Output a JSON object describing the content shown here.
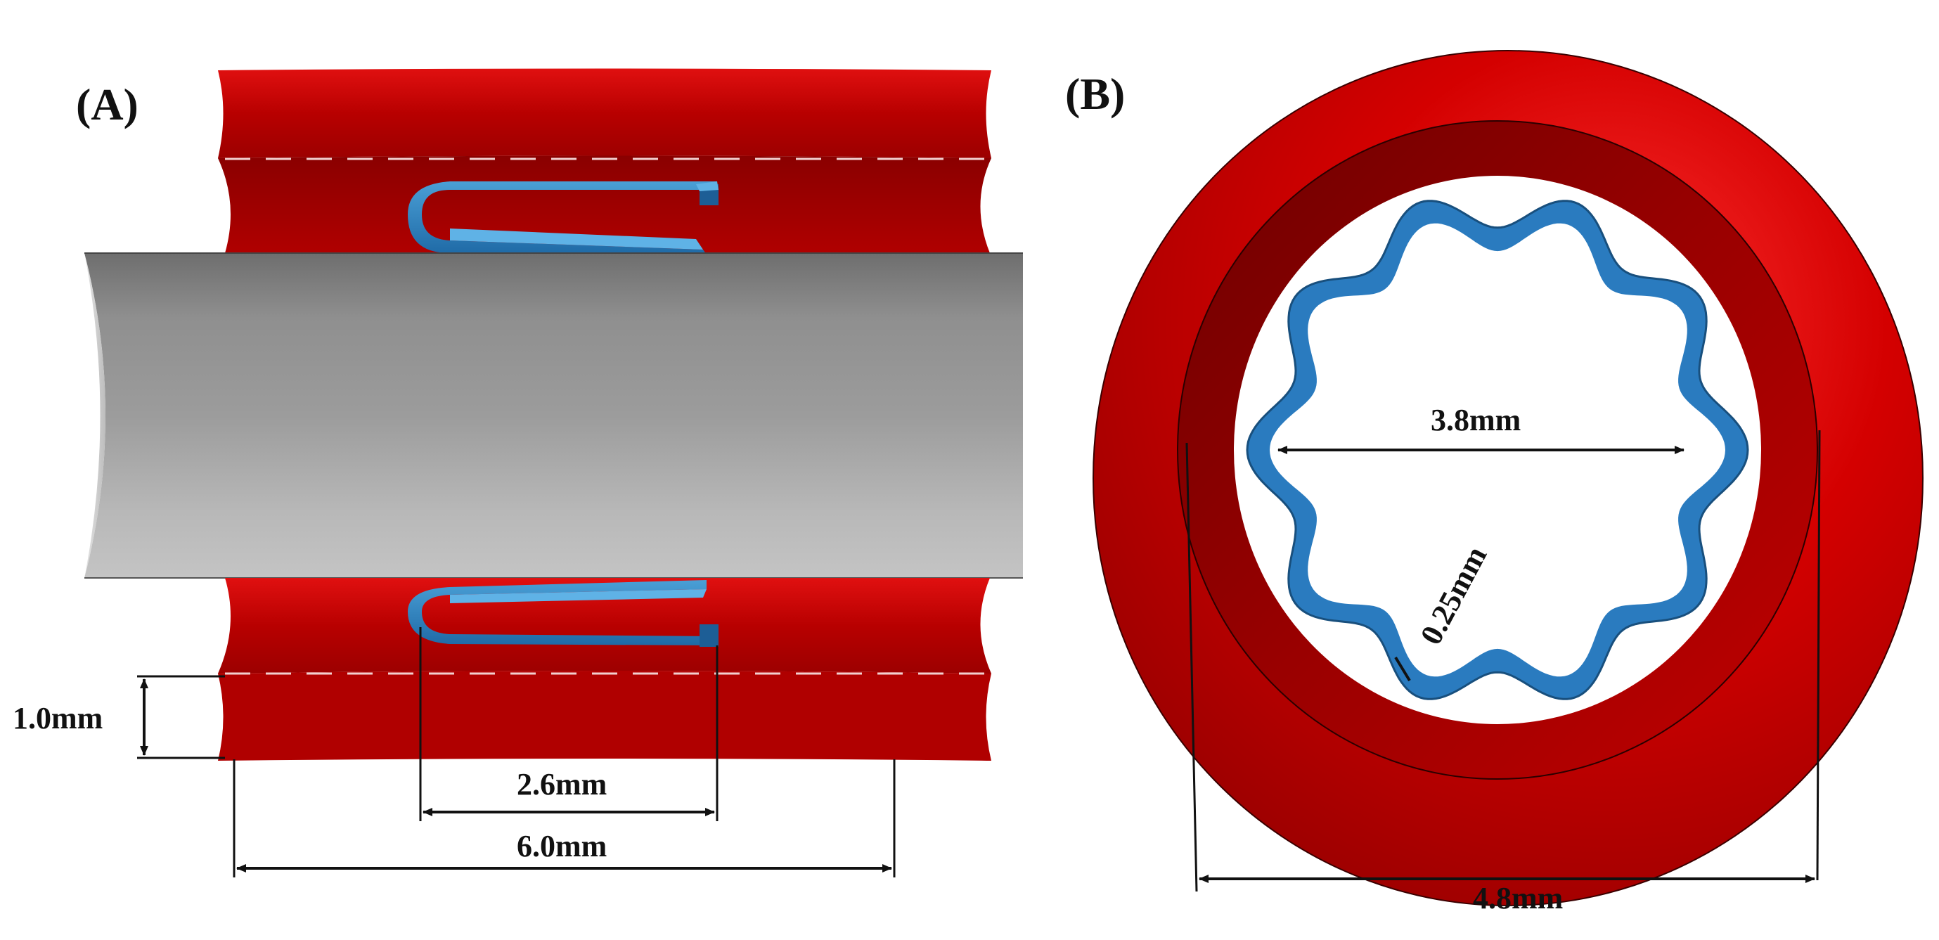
{
  "panels": {
    "a": {
      "label": "(A)",
      "dimensions": {
        "wall_thickness": "1.0mm",
        "stent_length": "2.6mm",
        "vessel_length": "6.0mm"
      }
    },
    "b": {
      "label": "(B)",
      "dimensions": {
        "inner_diameter": "3.8mm",
        "strut_thickness": "0.25mm",
        "outer_diameter": "4.8mm"
      }
    }
  },
  "colors": {
    "vessel_red": "#c00000",
    "vessel_dark_red": "#8c0000",
    "stent_blue": "#2e7fbf",
    "stent_light_blue": "#5fb2e6",
    "balloon_gray": "#a8a8a8",
    "dimension_black": "#111111"
  }
}
